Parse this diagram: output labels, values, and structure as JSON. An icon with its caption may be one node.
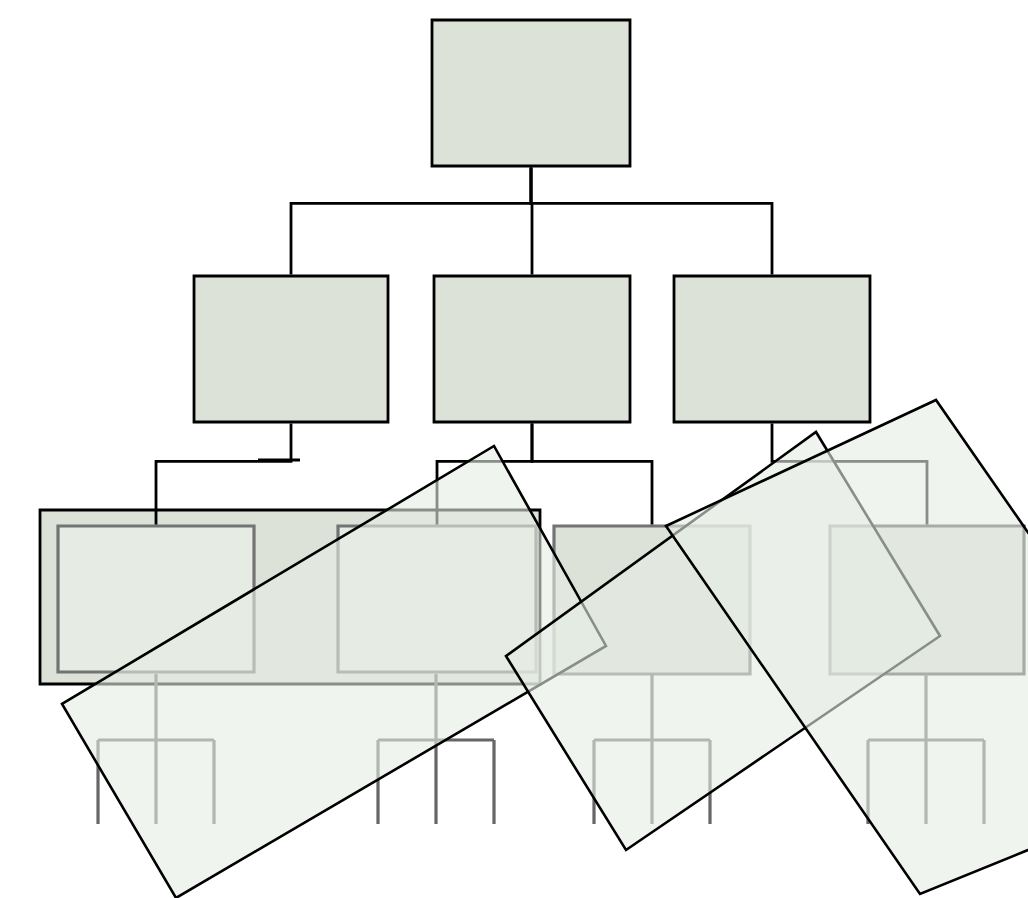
{
  "diagram": {
    "nodes": [
      {
        "text": [],
        "shape": "box"
      },
      {
        "text": [],
        "shape": "box"
      },
      {
        "text": [],
        "shape": "box"
      },
      {
        "text": [],
        "shape": "box"
      },
      {
        "text": [],
        "shape": "box"
      },
      {
        "text": [],
        "shape": "box",
        "in": 4
      },
      {
        "text": [],
        "shape": "box",
        "in": 4
      },
      {
        "text": [],
        "shape": "box"
      },
      {
        "text": [],
        "shape": "box"
      }
    ],
    "edges": [
      {
        "from": 0,
        "to": 1,
        "arrow": "none"
      },
      {
        "from": 0,
        "to": 2,
        "arrow": "none"
      },
      {
        "from": 0,
        "to": 3,
        "arrow": "none"
      },
      {
        "from": 1,
        "to": 5,
        "arrow": "none"
      },
      {
        "from": 2,
        "to": 6,
        "arrow": "none"
      },
      {
        "from": 2,
        "to": 7,
        "arrow": "none"
      },
      {
        "from": 3,
        "to": 8,
        "arrow": "none"
      }
    ]
  }
}
